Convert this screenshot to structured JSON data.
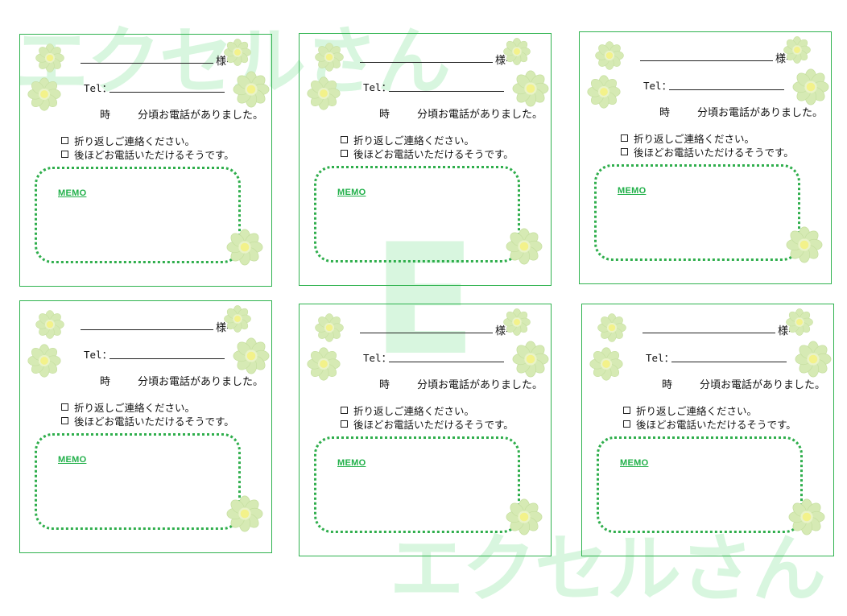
{
  "watermark": {
    "top_text": "エクセルさん",
    "center_text": "E",
    "bottom_text": "エクセルさん"
  },
  "card": {
    "sama": "様へ",
    "tel_label": "Tel：",
    "hour": "時",
    "minute_message": "分頃お電話がありました。",
    "check_1": "折り返しご連絡ください。",
    "check_2": "後ほどお電話いただけるそうです。",
    "memo_label": "MEMO"
  },
  "colors": {
    "border_green": "#2fb34f",
    "memo_green": "#22b04a",
    "flower_petal": "#d6eab4",
    "flower_center": "#f3f28a",
    "watermark_green": "#b9f0c6"
  },
  "icons": [
    "flower-icon"
  ]
}
